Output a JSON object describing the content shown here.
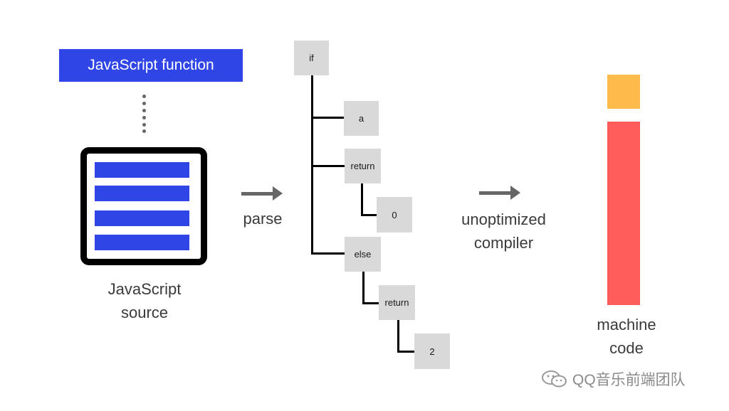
{
  "function_banner": {
    "label": "JavaScript function"
  },
  "source": {
    "line1": "JavaScript",
    "line2": "source"
  },
  "parse": {
    "label": "parse"
  },
  "ast": {
    "if": "if",
    "a": "a",
    "return1": "return",
    "zero": "0",
    "else": "else",
    "return2": "return",
    "two": "2"
  },
  "compiler": {
    "line1": "unoptimized",
    "line2": "compiler"
  },
  "machine_code": {
    "line1": "machine",
    "line2": "code"
  },
  "watermark": {
    "text": "QQ音乐前端团队"
  },
  "colors": {
    "blue": "#3045e6",
    "node_gray": "#d9d9d9",
    "arrow_gray": "#666666",
    "code_yellow": "#ffbb4a",
    "code_red": "#ff5c5c"
  }
}
